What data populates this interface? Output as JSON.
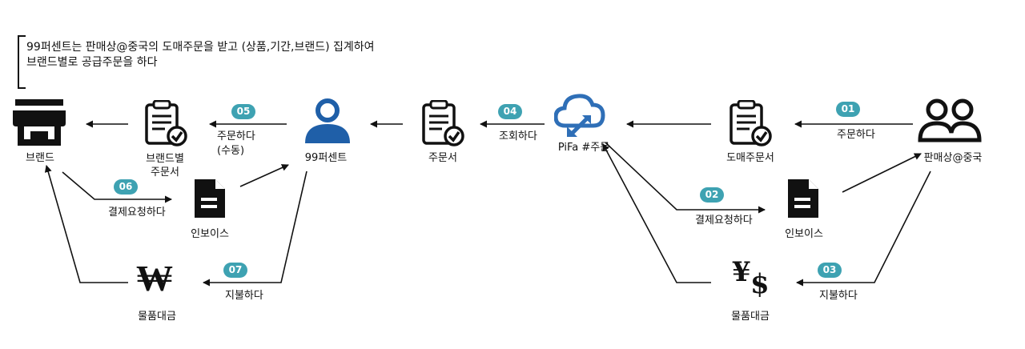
{
  "note": {
    "line1": "99퍼센트는 판매상@중국의 도매주문을 받고 (상품,기간,브랜드) 집계하여",
    "line2": "브랜드별로 공급주문을 하다"
  },
  "nodes": {
    "brand": "브랜드",
    "brand_order_1": "브랜드별",
    "brand_order_2": "주문서",
    "ninety_nine": "99퍼센트",
    "order_sheet": "주문서",
    "pifa": "PiFa #주문",
    "wholesale_order": "도매주문서",
    "seller": "판매상@중국",
    "invoice_left": "인보이스",
    "invoice_right": "인보이스",
    "goods_payment_left": "물품대금",
    "goods_payment_right": "물품대금"
  },
  "steps": {
    "s01": {
      "num": "01",
      "label": "주문하다"
    },
    "s02": {
      "num": "02",
      "label": "결제요청하다"
    },
    "s03": {
      "num": "03",
      "label": "지불하다"
    },
    "s04": {
      "num": "04",
      "label": "조회하다"
    },
    "s05": {
      "num": "05",
      "label": "주문하다",
      "sub": "(수동)"
    },
    "s06": {
      "num": "06",
      "label": "결제요청하다"
    },
    "s07": {
      "num": "07",
      "label": "지불하다"
    }
  },
  "symbols": {
    "won": "₩",
    "yen": "¥",
    "dollar": "$"
  },
  "colors": {
    "badge": "#3ea2b2",
    "cloud": "#2f6fb7",
    "person": "#1f5fa8",
    "line": "#111111"
  }
}
